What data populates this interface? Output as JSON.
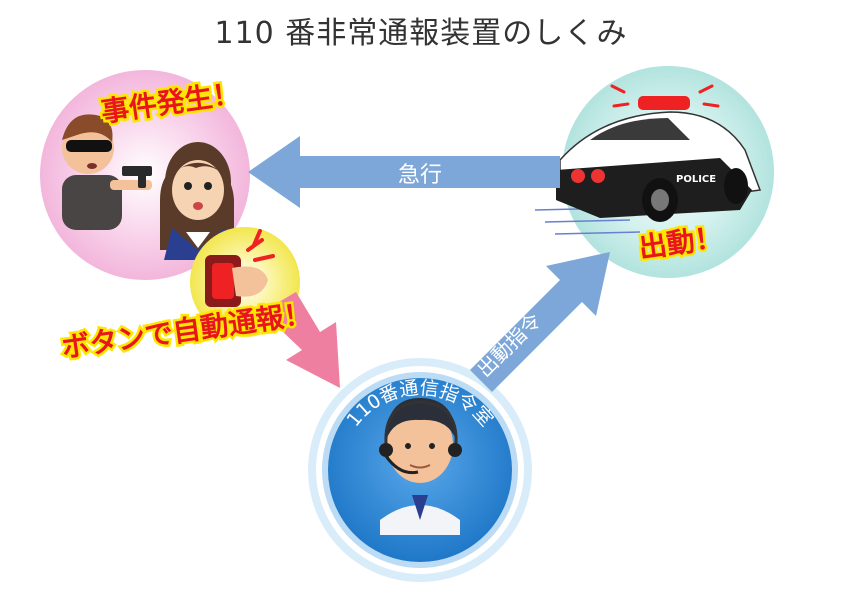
{
  "title": "110 番非常通報装置のしくみ",
  "labels": {
    "incident": "事件発生！",
    "auto_report": "ボタンで自動通報！",
    "rush": "急行",
    "dispatch_order": "出動指令",
    "dispatch": "出動！",
    "command_center": "110番通信指令室",
    "police_car_text": "POLICE"
  },
  "colors": {
    "title_text": "#333333",
    "callout_red": "#e8141e",
    "callout_outline": "#ffe600",
    "arrow_blue": "#7da7d9",
    "arrow_pink": "#ef7fa0",
    "incident_circle": "#f6c6e2",
    "button_circle": "#f7ef6a",
    "car_circle": "#bfe9e6",
    "center_circle": "#2e8ad6"
  },
  "icons": [
    "robber-with-gun-icon",
    "shocked-woman-icon",
    "alarm-button-icon",
    "police-car-icon",
    "dispatcher-with-headset-icon"
  ]
}
